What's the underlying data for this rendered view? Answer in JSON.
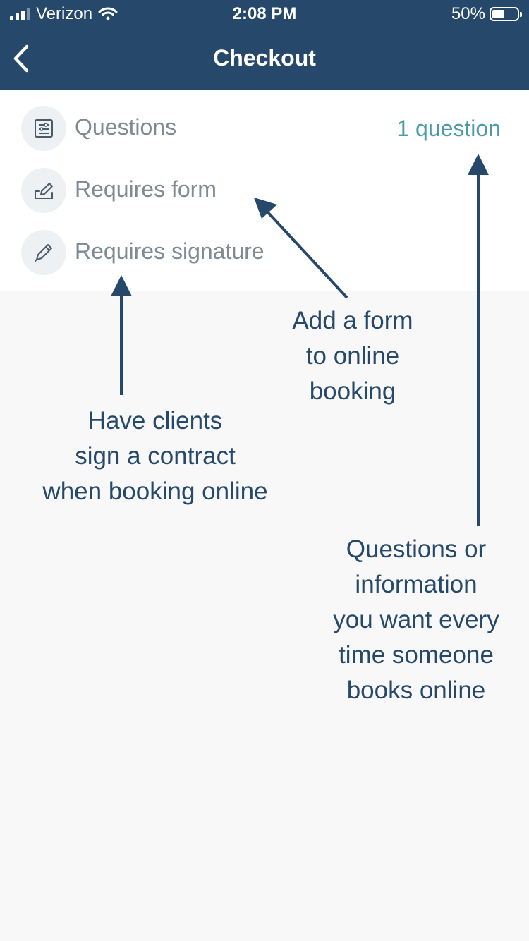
{
  "status_bar": {
    "carrier": "Verizon",
    "time": "2:08 PM",
    "battery_percent": "50%",
    "battery_level": 0.5
  },
  "nav": {
    "title": "Checkout",
    "back_icon": "chevron-left-icon"
  },
  "checkout_options": [
    {
      "label": "Questions",
      "value": "1 question",
      "icon": "questions-form-icon"
    },
    {
      "label": "Requires form",
      "value": "",
      "icon": "form-pencil-icon"
    },
    {
      "label": "Requires signature",
      "value": "",
      "icon": "pen-icon"
    }
  ],
  "annotations": {
    "signature": [
      "Have clients",
      "sign a contract",
      "when booking online"
    ],
    "form": [
      "Add a form",
      "to online",
      "booking"
    ],
    "questions": [
      "Questions or",
      "information",
      "you want every",
      "time someone",
      "books online"
    ]
  },
  "colors": {
    "header_bg": "#26496b",
    "accent": "#4a9aa8",
    "annotation": "#26496b",
    "label": "#7e8a94",
    "background": "#f8f8f8"
  }
}
